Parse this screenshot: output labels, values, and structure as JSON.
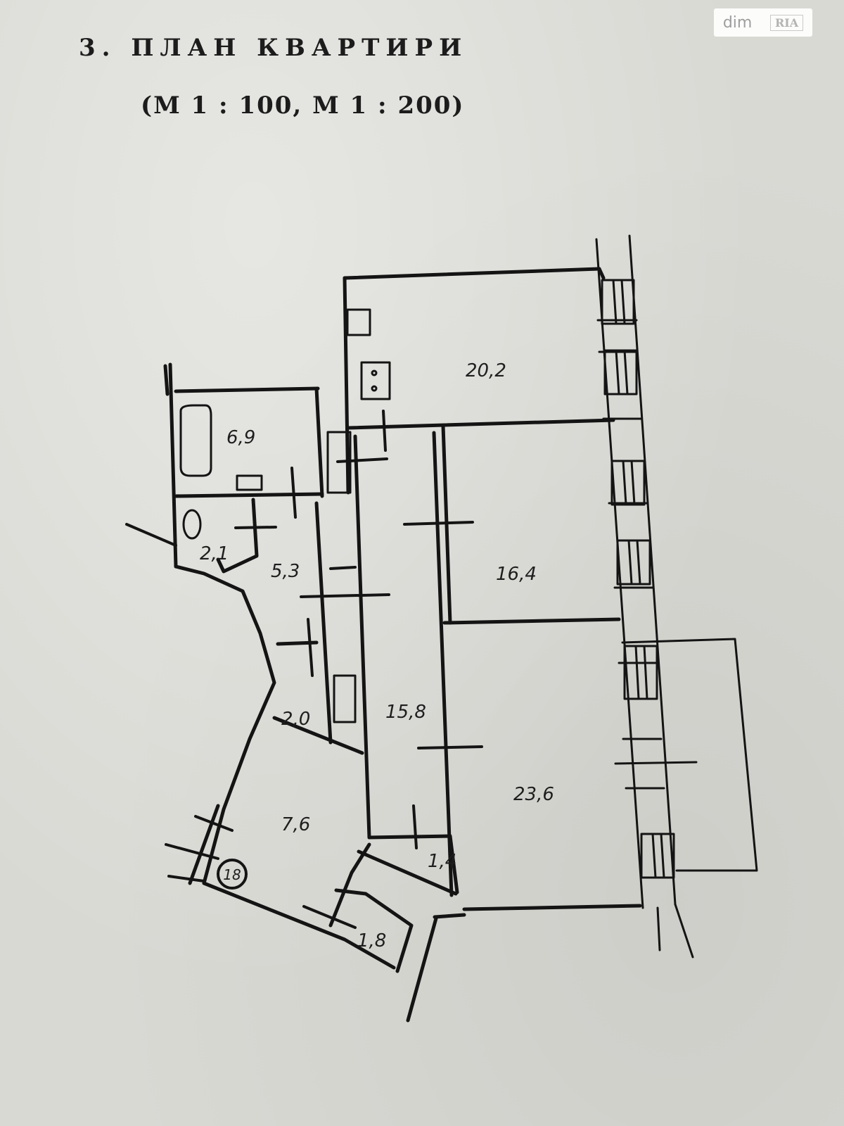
{
  "header": {
    "title": "3. ПЛАН КВАРТИРИ",
    "scale": "(М 1 : 100, М 1 : 200)"
  },
  "watermark": {
    "brand": "dim",
    "brand_badge": "RIA"
  },
  "plan": {
    "rooms": [
      {
        "id": "kitchen",
        "area": "20,2"
      },
      {
        "id": "bathroom",
        "area": "6,9"
      },
      {
        "id": "toilet",
        "area": "2,1"
      },
      {
        "id": "hall-small",
        "area": "5,3"
      },
      {
        "id": "closet",
        "area": "2,0"
      },
      {
        "id": "corridor",
        "area": "15,8"
      },
      {
        "id": "room-middle",
        "area": "16,4"
      },
      {
        "id": "room-large",
        "area": "23,6"
      },
      {
        "id": "entrance",
        "area": "7,6"
      },
      {
        "id": "storage-a",
        "area": "1,4"
      },
      {
        "id": "storage-b",
        "area": "1,8"
      }
    ],
    "apartment_marker": "18"
  }
}
